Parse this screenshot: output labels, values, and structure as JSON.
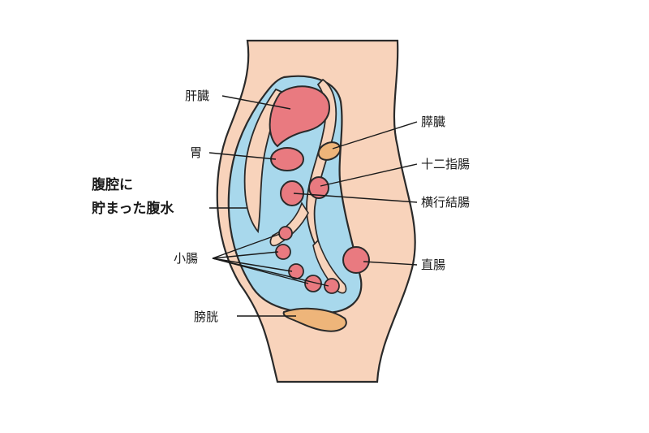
{
  "diagram": {
    "colors": {
      "skin": "#f8d3bb",
      "fluid": "#a8d8ec",
      "organ_red": "#e97a80",
      "organ_orange": "#eeb57a",
      "outline": "#2a2a2a"
    },
    "labels": {
      "liver": "肝臓",
      "stomach": "胃",
      "ascites_line1": "腹腔に",
      "ascites_line2": "貯まった腹水",
      "small_intestine": "小腸",
      "bladder": "膀胱",
      "pancreas": "膵臓",
      "duodenum": "十二指腸",
      "transverse_colon": "横行結腸",
      "rectum": "直腸"
    }
  }
}
